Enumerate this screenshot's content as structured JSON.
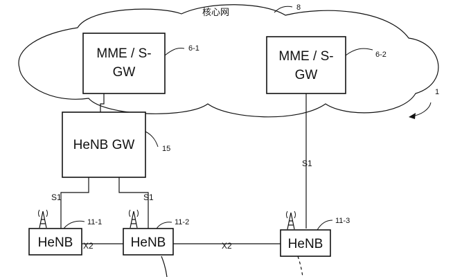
{
  "core_network": {
    "label": "核心网",
    "ref": "8"
  },
  "system_ref": "1",
  "nodes": {
    "mme1": {
      "line1": "MME / S-",
      "line2": "GW",
      "ref": "6-1"
    },
    "mme2": {
      "line1": "MME / S-",
      "line2": "GW",
      "ref": "6-2"
    },
    "henb_gw": {
      "label": "HeNB GW",
      "ref": "15"
    },
    "henb1": {
      "label": "HeNB",
      "ref": "11-1"
    },
    "henb2": {
      "label": "HeNB",
      "ref": "11-2"
    },
    "henb3": {
      "label": "HeNB",
      "ref": "11-3"
    }
  },
  "links": {
    "s1_left": "S1",
    "s1_middle": "S1",
    "s1_right": "S1",
    "x2_left": "X2",
    "x2_right": "X2"
  },
  "colors": {
    "line": "#111111",
    "background": "#ffffff"
  },
  "icons": [
    "antenna-icon",
    "antenna-icon",
    "antenna-icon"
  ]
}
